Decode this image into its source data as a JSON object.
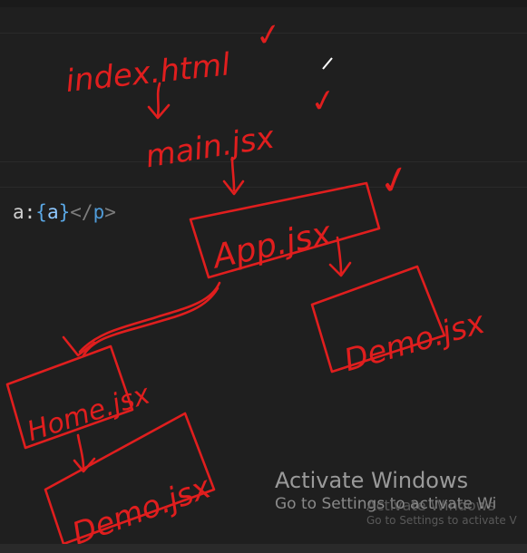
{
  "editor": {
    "code_line": {
      "prefix": "a:",
      "open_brace": "{",
      "var": "a",
      "close_brace": "}",
      "tag_open": "</",
      "tag_name": "p",
      "tag_close": ">"
    }
  },
  "annotations": {
    "nodes": [
      {
        "label": "index.html",
        "checked": true
      },
      {
        "label": "main.jsx",
        "checked": true
      },
      {
        "label": "App.jsx",
        "checked": true
      },
      {
        "label": "Demo.jsx"
      },
      {
        "label": "Home.jsx"
      },
      {
        "label": "Demo.jsx"
      }
    ],
    "checkmark": "✓",
    "ink_color": "#e01e1e"
  },
  "watermark": {
    "title": "Activate Windows",
    "subtitle": "Go to Settings to activate Wi",
    "ghost_title": "Activate Windows",
    "ghost_subtitle": "Go to Settings to activate V"
  }
}
